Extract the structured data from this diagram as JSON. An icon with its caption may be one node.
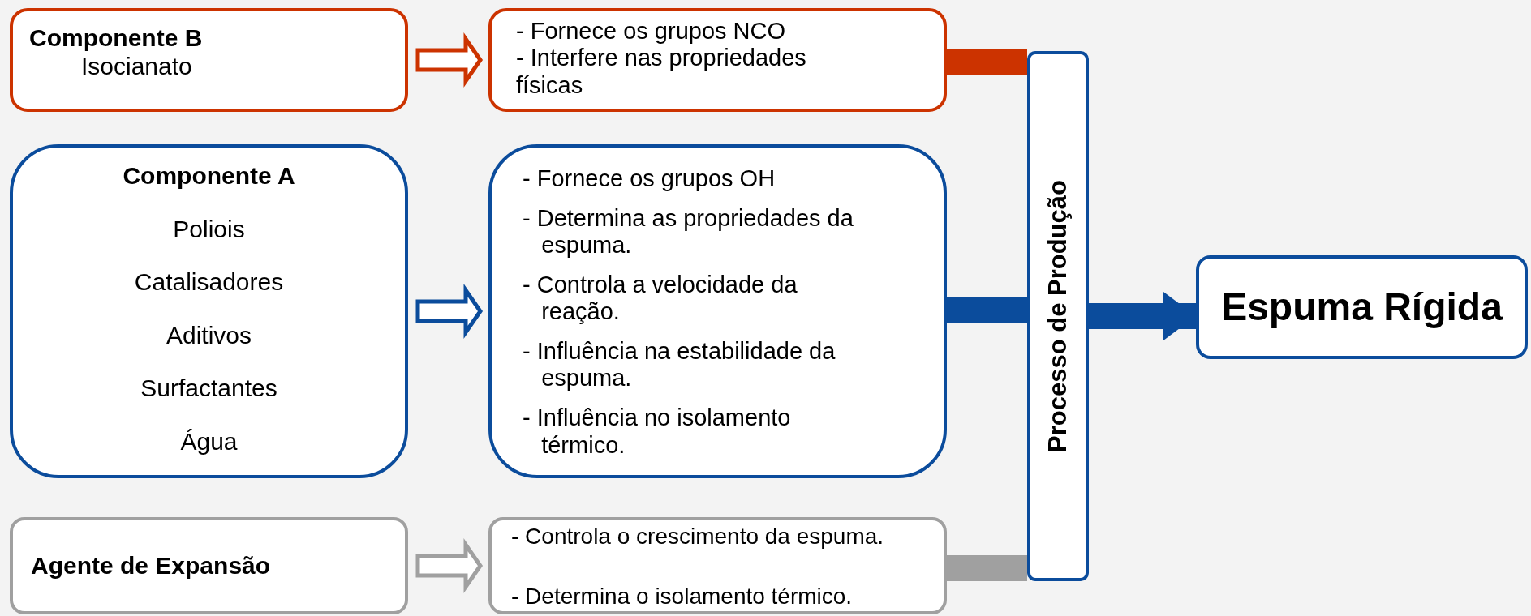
{
  "diagram": {
    "nodes": [
      {
        "text": [
          "Componente B",
          "Isocianato"
        ]
      },
      {
        "text": [
          "- Fornece os grupos NCO",
          "- Interfere nas propriedades físicas"
        ]
      },
      {
        "text": [
          "Componente A",
          "Poliois",
          "Catalisadores",
          "Aditivos",
          "Surfactantes",
          "Água"
        ]
      },
      {
        "text": [
          "- Fornece os grupos OH",
          "- Determina as propriedades da espuma.",
          "- Controla a velocidade da reação.",
          "- Influência na estabilidade da espuma.",
          "- Influência no isolamento térmico."
        ]
      },
      {
        "text": [
          "Agente de Expansão"
        ]
      },
      {
        "text": [
          "- Controla o crescimento da espuma.",
          "- Determina o isolamento térmico."
        ]
      },
      {
        "text": [
          "Processo de Produção"
        ]
      },
      {
        "text": [
          "Espuma Rígida"
        ]
      }
    ],
    "edges": [
      {
        "from": 0,
        "to": 1,
        "arrow": "to",
        "color": "#cc3300"
      },
      {
        "from": 2,
        "to": 3,
        "arrow": "to",
        "color": "#0b4c9c"
      },
      {
        "from": 4,
        "to": 5,
        "arrow": "to",
        "color": "#a0a0a0"
      },
      {
        "from": 1,
        "to": 6,
        "arrow": "none",
        "color": "#cc3300"
      },
      {
        "from": 3,
        "to": 6,
        "arrow": "none",
        "color": "#0b4c9c"
      },
      {
        "from": 5,
        "to": 6,
        "arrow": "none",
        "color": "#a0a0a0"
      },
      {
        "from": 6,
        "to": 7,
        "arrow": "to",
        "color": "#0b4c9c"
      }
    ]
  }
}
